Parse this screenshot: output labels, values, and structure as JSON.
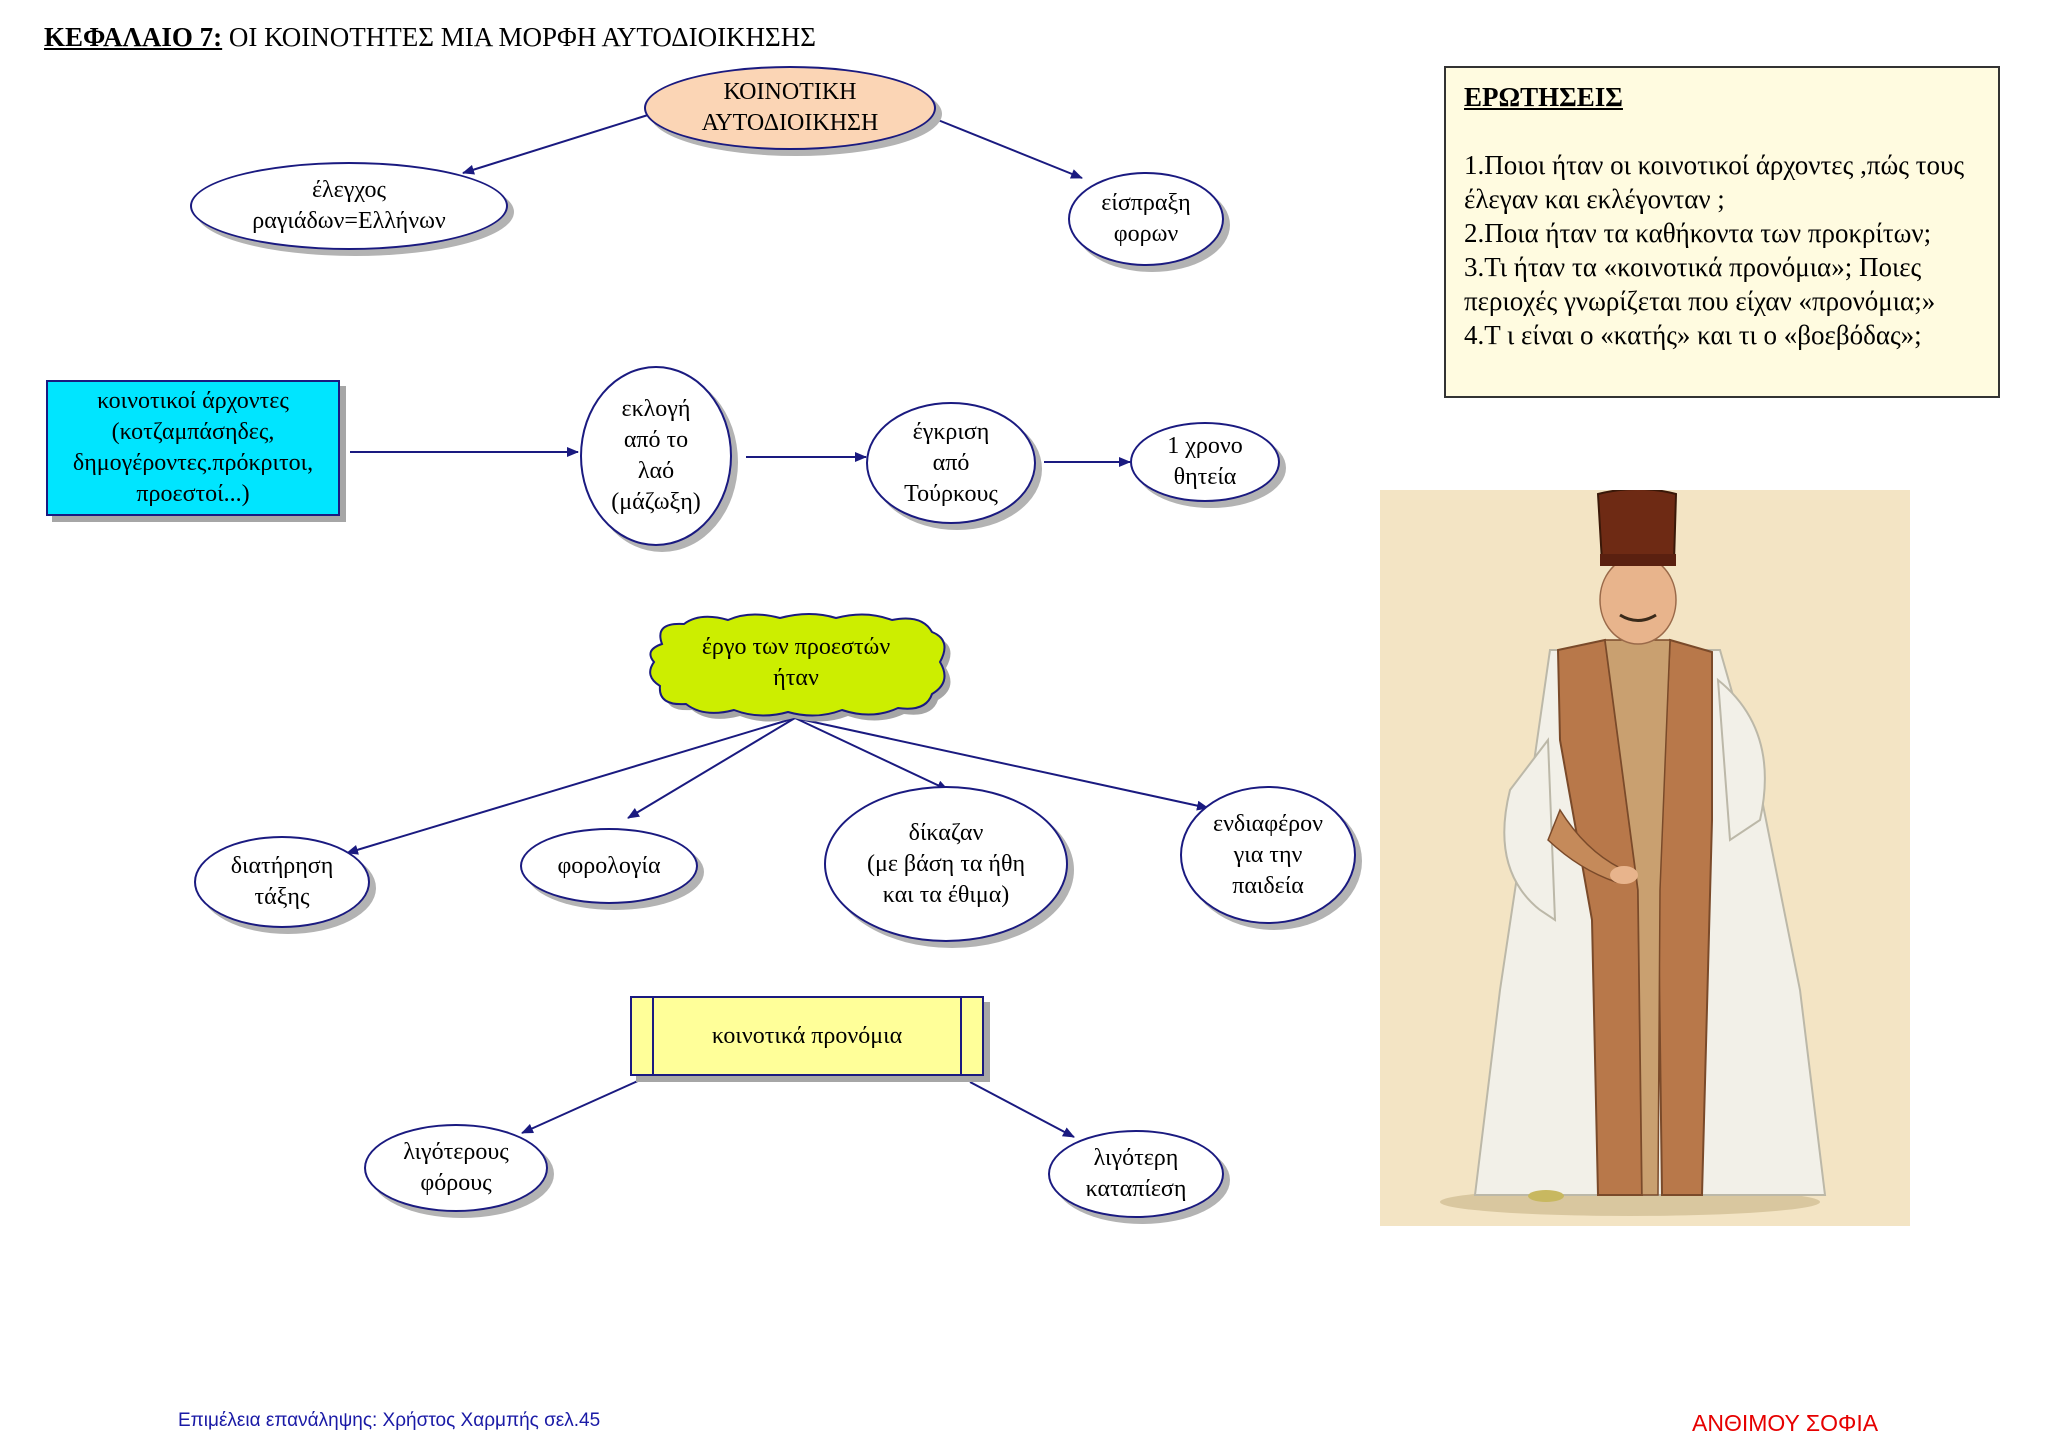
{
  "title": {
    "chapter": "ΚΕΦΑΛΑΙΟ 7:",
    "text": "ΟΙ ΚΟΙΝΟΤΗΤΕΣ ΜΙΑ ΜΟΡΦΗ ΑΥΤΟΔΙΟΙΚΗΣΗΣ"
  },
  "colors": {
    "arrow": "#1a1a80",
    "center_node": "#fbd5b5",
    "cyan_node": "#00e5ff",
    "cloud": "#ccee00",
    "privileges": "#ffff99",
    "questions_bg": "#fffbe0"
  },
  "nodes": {
    "center": "ΚΟΙΝΟΤΙΚΗ\nΑΥΤΟΔΙΟΙΚΗΣΗ",
    "control": "έλεγχος\nραγιάδων=Ελλήνων",
    "taxes": "είσπραξη\nφορων",
    "leaders": "κοινοτικοί άρχοντες\n(κοτζαμπάσηδες,\nδημογέροντες.πρόκριτοι,\nπροεστοί...)",
    "election": "εκλογή\nαπό το\nλαό\n(μάζωξη)",
    "approval": "έγκριση\nαπό\nΤούρκους",
    "term": "1 χρονο\nθητεία",
    "work": "έργο των προεστών\nήταν",
    "order": "διατήρηση\nτάξης",
    "taxation": "φορολογία",
    "justice": "δίκαζαν\n(με βάση τα ήθη\nκαι τα έθιμα)",
    "education": "ενδιαφέρον\nγια την\nπαιδεία",
    "privileges": "κοινοτικά προνόμια",
    "fewer_taxes": "λιγότερους\nφόρους",
    "less_oppression": "λιγότερη\nκαταπίεση"
  },
  "questions": {
    "title": "ΕΡΩΤΗΣΕΙΣ",
    "q1": "1.Ποιοι ήταν οι κοινοτικοί άρχοντες ,πώς τους έλεγαν και εκλέγονταν ;",
    "q2": "2.Ποια ήταν τα καθήκοντα των προκρίτων;",
    "q3": "3.Τι ήταν τα «κοινοτικά προνόμια»; Ποιες περιοχές γνωρίζεται που είχαν «προνόμια;»",
    "q4": "4.Τ ι είναι ο «κατής» και τι ο «βοεβόδας»;"
  },
  "footer": {
    "left": "Επιμέλεια επανάληψης: Χρήστος Χαρμπής σελ.45",
    "right": "ΑΝΘΙΜΟΥ ΣΟΦΙΑ"
  }
}
